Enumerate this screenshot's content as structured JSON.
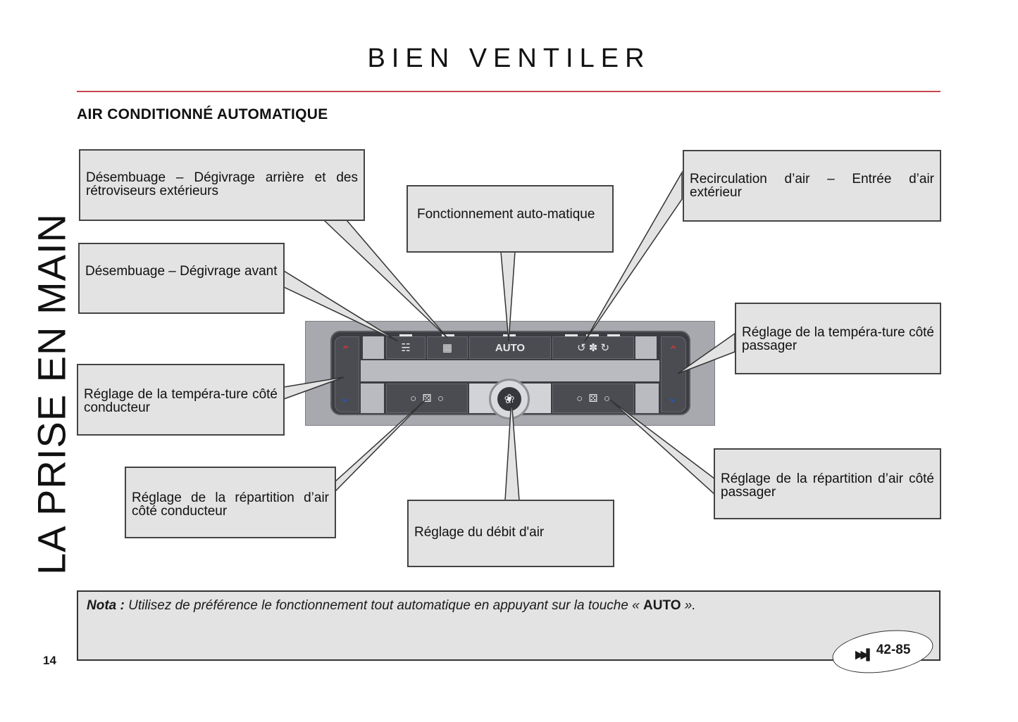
{
  "header": {
    "title": "BIEN VENTILER",
    "section": "AIR CONDITIONNÉ AUTOMATIQUE"
  },
  "side_title": "LA PRISE EN MAIN",
  "page_number": "14",
  "callouts": {
    "rear_defrost": "Désembuage – Dégivrage arrière et des rétroviseurs extérieurs",
    "front_defrost": "Désembuage – Dégivrage avant",
    "auto": "Fonctionnement auto-matique",
    "recirculation": "Recirculation d’air – Entrée d’air extérieur",
    "temp_passenger": "Réglage de la tempéra-ture côté passager",
    "temp_driver": "Réglage de la tempéra-ture côté conducteur",
    "dist_driver": "Réglage de la répartition d’air côté conducteur",
    "airflow": "Réglage du débit d'air",
    "dist_passenger": "Réglage de la répartition d’air côté passager"
  },
  "panel": {
    "auto_label": "AUTO",
    "rear_icon": "rear-defrost-icon",
    "front_icon": "front-defrost-icon",
    "recirc_icon": "recirculation-icon",
    "fan_icon": "fan-icon",
    "seat_icon": "seat-airflow-icon"
  },
  "note": {
    "label": "Nota :",
    "text": " Utilisez de préférence le fonctionnement tout automatique en appuyant sur la touche « ",
    "key": "AUTO",
    "end": " ».",
    "ref": "42-85"
  }
}
